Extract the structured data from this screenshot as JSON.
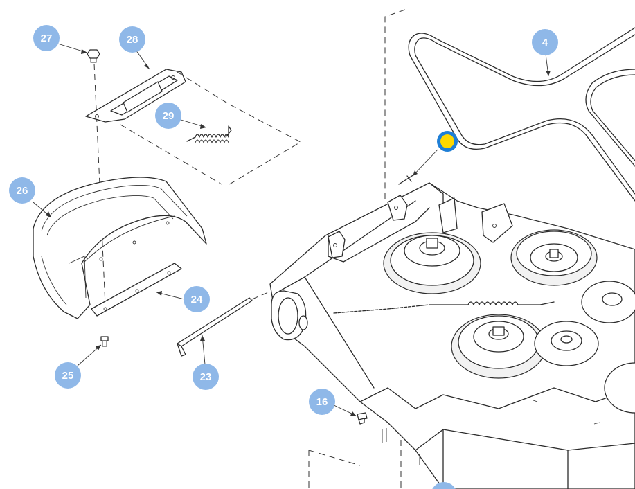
{
  "diagram": {
    "callouts": [
      {
        "id": "c27",
        "label": "27"
      },
      {
        "id": "c28",
        "label": "28"
      },
      {
        "id": "c29",
        "label": "29"
      },
      {
        "id": "c4",
        "label": "4"
      },
      {
        "id": "c26",
        "label": "26"
      },
      {
        "id": "c24",
        "label": "24"
      },
      {
        "id": "c25",
        "label": "25"
      },
      {
        "id": "c23",
        "label": "23"
      },
      {
        "id": "c16",
        "label": "16"
      }
    ],
    "colors": {
      "callout_fill": "#8fb8e8",
      "callout_text": "#ffffff",
      "hotspot_ring": "#1f7fd6",
      "hotspot_fill": "#ffd800",
      "line": "#2b2b2b"
    }
  }
}
